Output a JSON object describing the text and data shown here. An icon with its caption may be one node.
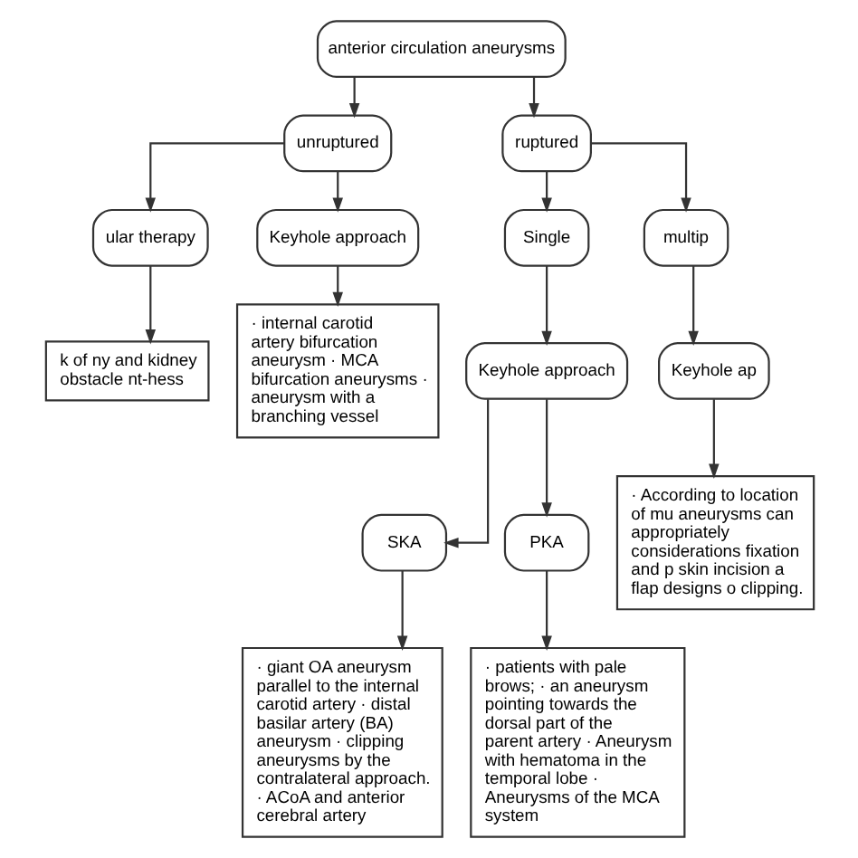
{
  "diagram": {
    "nodes": [
      {
        "text": [
          "anterior circulation aneurysms"
        ]
      },
      {
        "text": [
          "unruptured"
        ]
      },
      {
        "text": [
          "ruptured"
        ]
      },
      {
        "text": [
          "ular therapy"
        ]
      },
      {
        "text": [
          "Keyhole approach"
        ]
      },
      {
        "text": [
          "Single"
        ]
      },
      {
        "text": [
          "multip"
        ]
      },
      {
        "text": [
          "Keyhole approach"
        ]
      },
      {
        "text": [
          "Keyhole ap"
        ]
      },
      {
        "text": [
          "SKA"
        ]
      },
      {
        "text": [
          "PKA"
        ]
      },
      {
        "text": [
          "k of ny and kidney obstacle nt-hess"
        ]
      },
      {
        "text": [
          "· internal carotid artery bifurcation aneurysm · MCA bifurcation aneurysms · aneurysm with a branching vessel"
        ]
      },
      {
        "text": [
          "· giant OA aneurysm parallel to the internal carotid artery · distal basilar artery (BA) aneurysm · clipping aneurysms by the contralateral approach. · ACoA and anterior cerebral artery"
        ]
      },
      {
        "text": [
          "· patients with pale brows; · an aneurysm pointing towards the dorsal part of the parent artery · Aneurysm with hematoma in the temporal lobe · Aneurysms of the MCA system"
        ]
      },
      {
        "text": [
          "· According to location of mu aneurysms can appropriately considerations fixation and p skin incision a flap designs o clipping."
        ]
      }
    ],
    "edges": [
      {
        "from": 0,
        "to": 1,
        "arrow": "to"
      },
      {
        "from": 0,
        "to": 2,
        "arrow": "to"
      },
      {
        "from": 1,
        "to": 3,
        "arrow": "to"
      },
      {
        "from": 1,
        "to": 4,
        "arrow": "to"
      },
      {
        "from": 2,
        "to": 5,
        "arrow": "to"
      },
      {
        "from": 2,
        "to": 6,
        "arrow": "to"
      },
      {
        "from": 5,
        "to": 7,
        "arrow": "to"
      },
      {
        "from": 6,
        "to": 8,
        "arrow": "to"
      },
      {
        "from": 7,
        "to": 9,
        "arrow": "to"
      },
      {
        "from": 7,
        "to": 10,
        "arrow": "to"
      },
      {
        "from": 3,
        "to": 11,
        "arrow": "to"
      },
      {
        "from": 4,
        "to": 12,
        "arrow": "to"
      },
      {
        "from": 9,
        "to": 13,
        "arrow": "to"
      },
      {
        "from": 10,
        "to": 14,
        "arrow": "to"
      },
      {
        "from": 8,
        "to": 15,
        "arrow": "to"
      }
    ]
  }
}
